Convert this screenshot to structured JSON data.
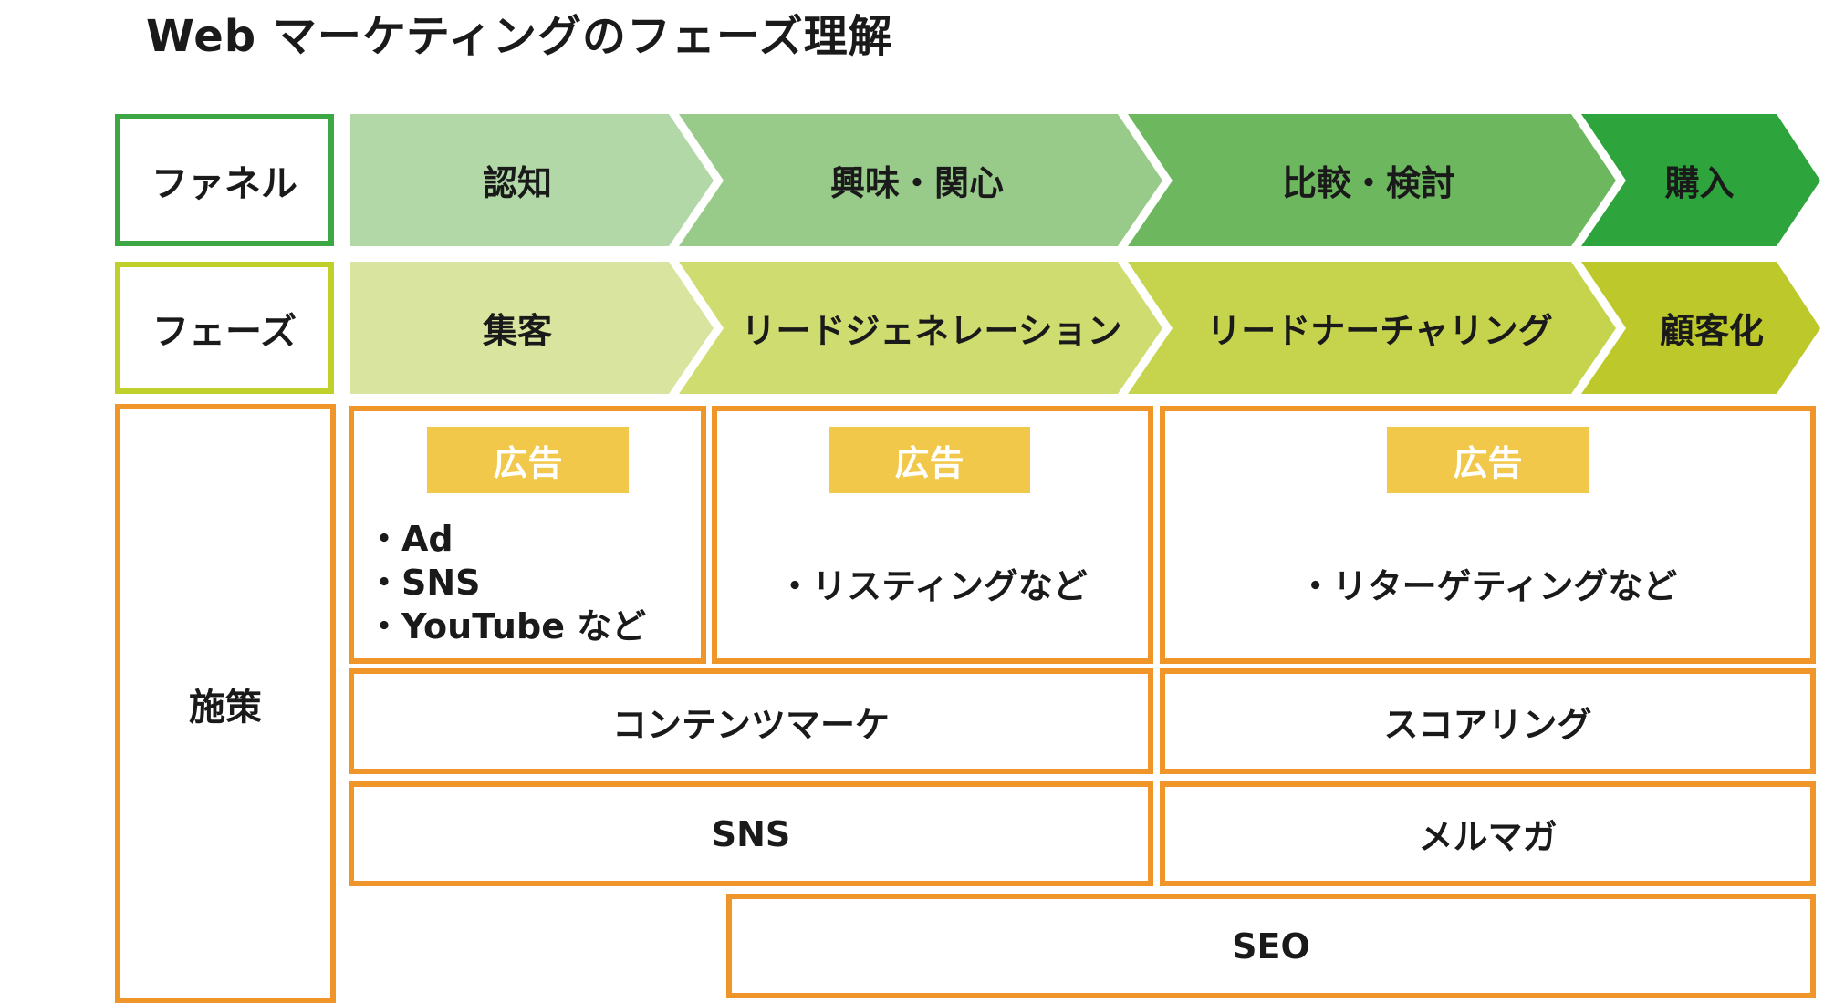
{
  "title": "Web マーケティングのフェーズ理解",
  "row_labels": {
    "funnel": "ファネル",
    "phase": "フェーズ",
    "measures": "施策"
  },
  "funnel": [
    "認知",
    "興味・関心",
    "比較・検討",
    "購入"
  ],
  "phases": [
    "集客",
    "リードジェネレーション",
    "リードナーチャリング",
    "顧客化"
  ],
  "colors": {
    "funnel": [
      "#b1d8a6",
      "#98ca8a",
      "#6db75f",
      "#2ea53c"
    ],
    "phases": [
      "#d9e59f",
      "#cfdc6f",
      "#c6d44d",
      "#bdc92a"
    ],
    "funnel_border": "#3da743",
    "phase_border": "#c0d02a",
    "measure_border": "#f0952a",
    "ad_tag": "#f2c84b"
  },
  "measures": {
    "ad_label": "広告",
    "box1_items": [
      "・Ad",
      "・SNS",
      "・YouTube など"
    ],
    "box2_item": "・リスティングなど",
    "box3_item": "・リターゲティングなど",
    "content_marketing": "コンテンツマーケ",
    "scoring": "スコアリング",
    "sns": "SNS",
    "mail_magazine": "メルマガ",
    "seo": "SEO"
  }
}
